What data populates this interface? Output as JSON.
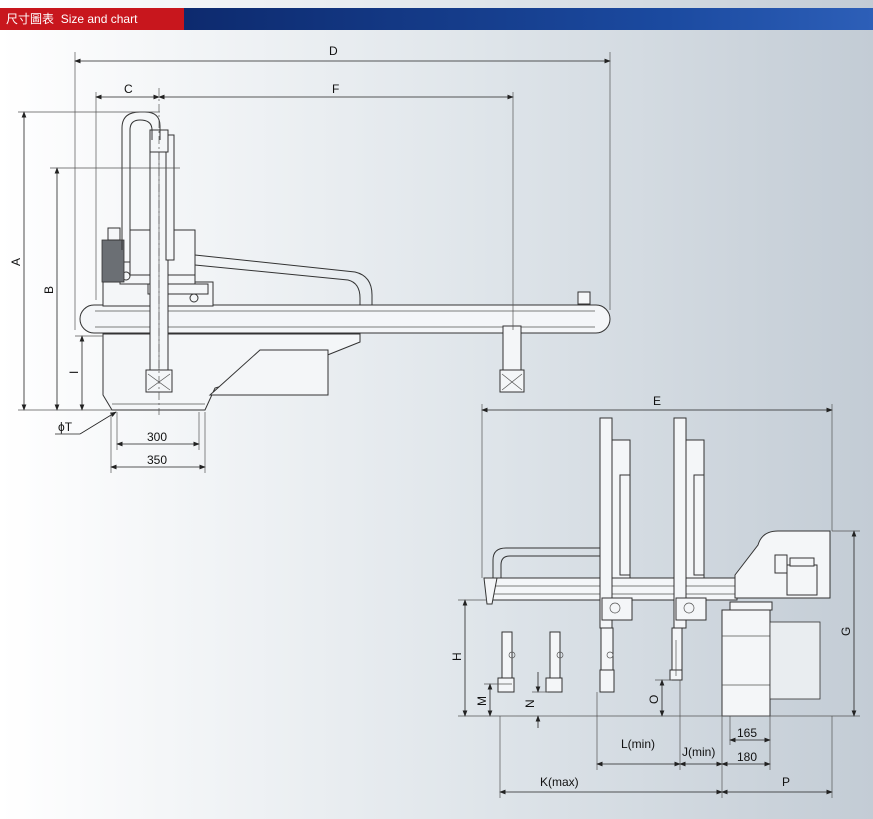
{
  "header": {
    "cn": "尺寸圖表",
    "en": "Size and chart"
  },
  "colors": {
    "header_red": "#c8161d",
    "header_blue": "#1b4aa0"
  },
  "side_view": {
    "labels": {
      "A": "A",
      "B": "B",
      "C": "C",
      "D": "D",
      "F": "F",
      "I": "I",
      "T": "ϕT",
      "d300": "300",
      "d350": "350"
    }
  },
  "front_view": {
    "labels": {
      "E": "E",
      "G": "G",
      "H": "H",
      "M": "M",
      "N": "N",
      "O": "O",
      "L": "L(min)",
      "J": "J(min)",
      "K": "K(max)",
      "P": "P",
      "d165": "165",
      "d180": "180"
    }
  }
}
